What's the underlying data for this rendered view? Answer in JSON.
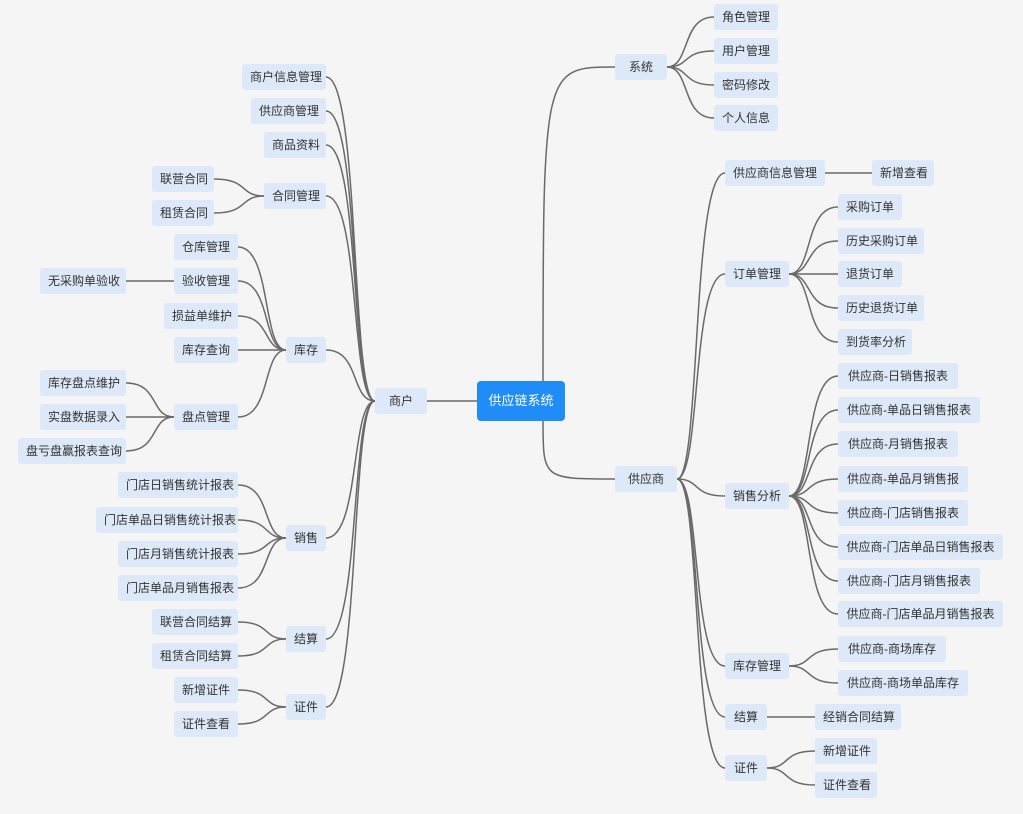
{
  "root": "供应链系统",
  "system": {
    "label": "系统",
    "children": [
      "角色管理",
      "用户管理",
      "密码修改",
      "个人信息"
    ]
  },
  "supplier": {
    "label": "供应商",
    "info_mgmt": {
      "label": "供应商信息管理",
      "children": [
        "新增查看"
      ]
    },
    "order_mgmt": {
      "label": "订单管理",
      "children": [
        "采购订单",
        "历史采购订单",
        "退货订单",
        "历史退货订单",
        "到货率分析"
      ]
    },
    "sales_analysis": {
      "label": "销售分析",
      "children": [
        "供应商-日销售报表",
        "供应商-单品日销售报表",
        "供应商-月销售报表",
        "供应商-单品月销售报",
        "供应商-门店销售报表",
        "供应商-门店单品日销售报表",
        "供应商-门店月销售报表",
        "供应商-门店单品月销售报表"
      ]
    },
    "stock_mgmt": {
      "label": "库存管理",
      "children": [
        "供应商-商场库存",
        "供应商-商场单品库存"
      ]
    },
    "settlement": {
      "label": "结算",
      "children": [
        "经销合同结算"
      ]
    },
    "certificate": {
      "label": "证件",
      "children": [
        "新增证件",
        "证件查看"
      ]
    }
  },
  "merchant": {
    "label": "商户",
    "info_mgmt": "商户信息管理",
    "supplier_mgmt": "供应商管理",
    "goods": "商品资料",
    "contract": {
      "label": "合同管理",
      "children": [
        "联营合同",
        "租赁合同"
      ]
    },
    "inventory": {
      "label": "库存",
      "warehouse": "仓库管理",
      "acceptance": {
        "label": "验收管理",
        "children": [
          "无采购单验收"
        ]
      },
      "profit_loss": "损益单维护",
      "query": "库存查询",
      "stocktake": {
        "label": "盘点管理",
        "children": [
          "库存盘点维护",
          "实盘数据录入",
          "盘亏盘赢报表查询"
        ]
      }
    },
    "sales": {
      "label": "销售",
      "children": [
        "门店日销售统计报表",
        "门店单品日销售统计报表",
        "门店月销售统计报表",
        "门店单品月销售报表"
      ]
    },
    "settlement": {
      "label": "结算",
      "children": [
        "联营合同结算",
        "租赁合同结算"
      ]
    },
    "certificate": {
      "label": "证件",
      "children": [
        "新增证件",
        "证件查看"
      ]
    }
  }
}
